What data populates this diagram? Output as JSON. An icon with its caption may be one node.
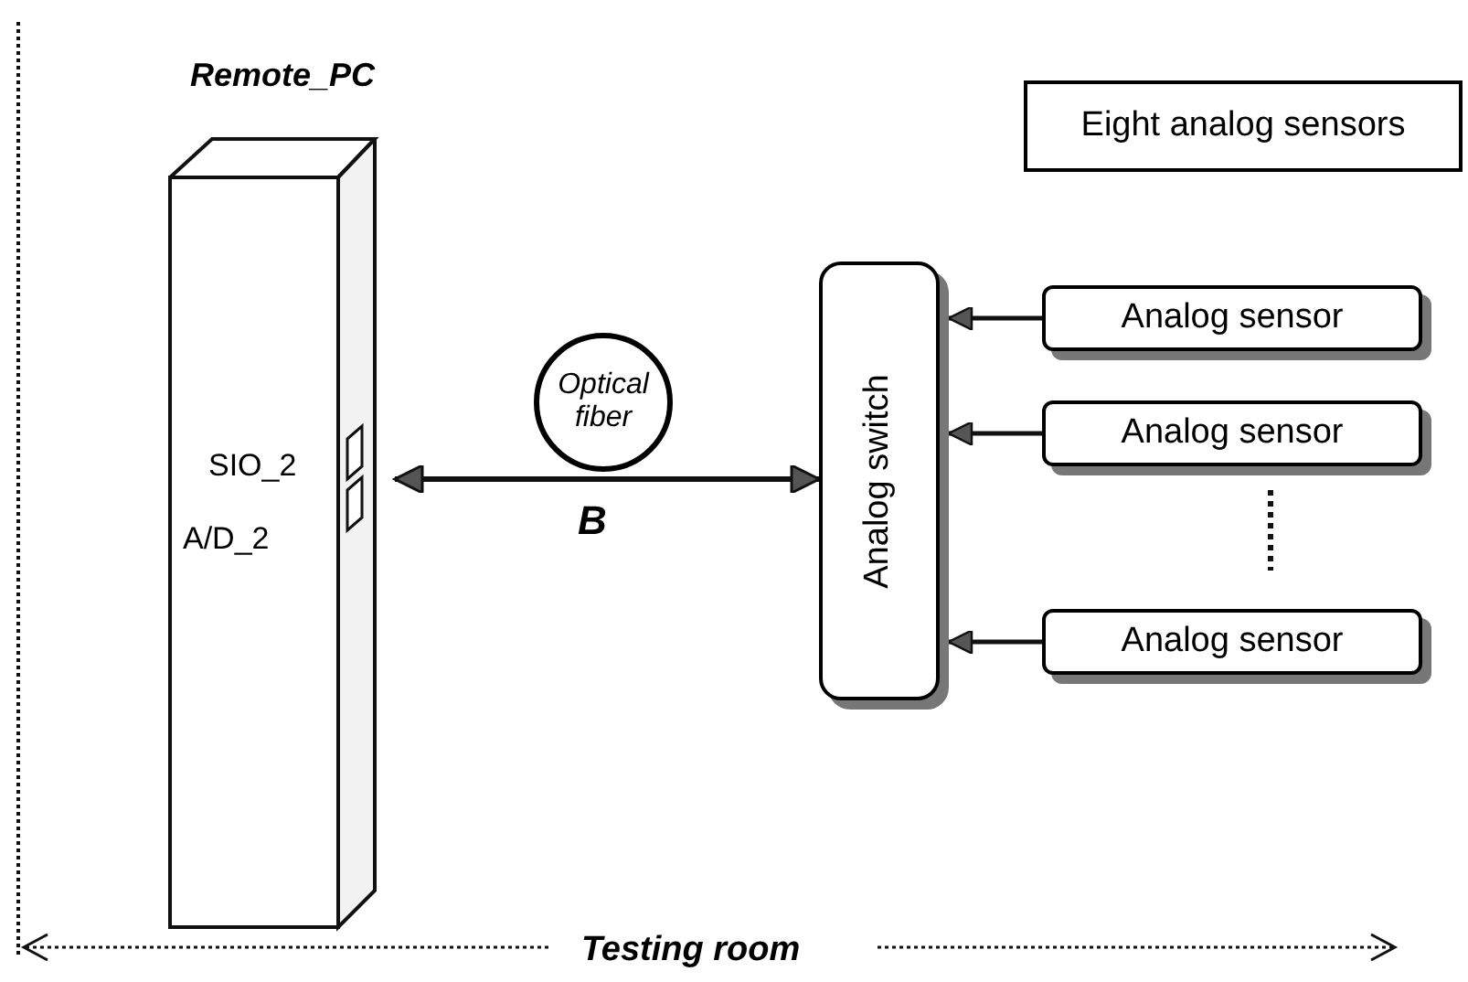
{
  "diagram": {
    "nodes": [
      {
        "text": [
          "Remote_PC"
        ]
      },
      {
        "text": [
          "Optical fiber"
        ]
      },
      {
        "text": [
          "Analog switch"
        ]
      },
      {
        "text": [
          "Eight analog sensors"
        ]
      },
      {
        "text": [
          "Analog sensor"
        ]
      },
      {
        "text": [
          "Analog sensor"
        ]
      },
      {
        "text": [
          "Analog sensor"
        ]
      }
    ],
    "edges": [
      {
        "from": 0,
        "to": 2,
        "arrow": "both",
        "label": "B"
      },
      {
        "from": 4,
        "to": 2,
        "arrow": "to"
      },
      {
        "from": 5,
        "to": 2,
        "arrow": "to"
      },
      {
        "from": 6,
        "to": 2,
        "arrow": "to"
      }
    ],
    "labels": [
      "SIO_2",
      "A/D_2",
      "Testing room"
    ]
  }
}
